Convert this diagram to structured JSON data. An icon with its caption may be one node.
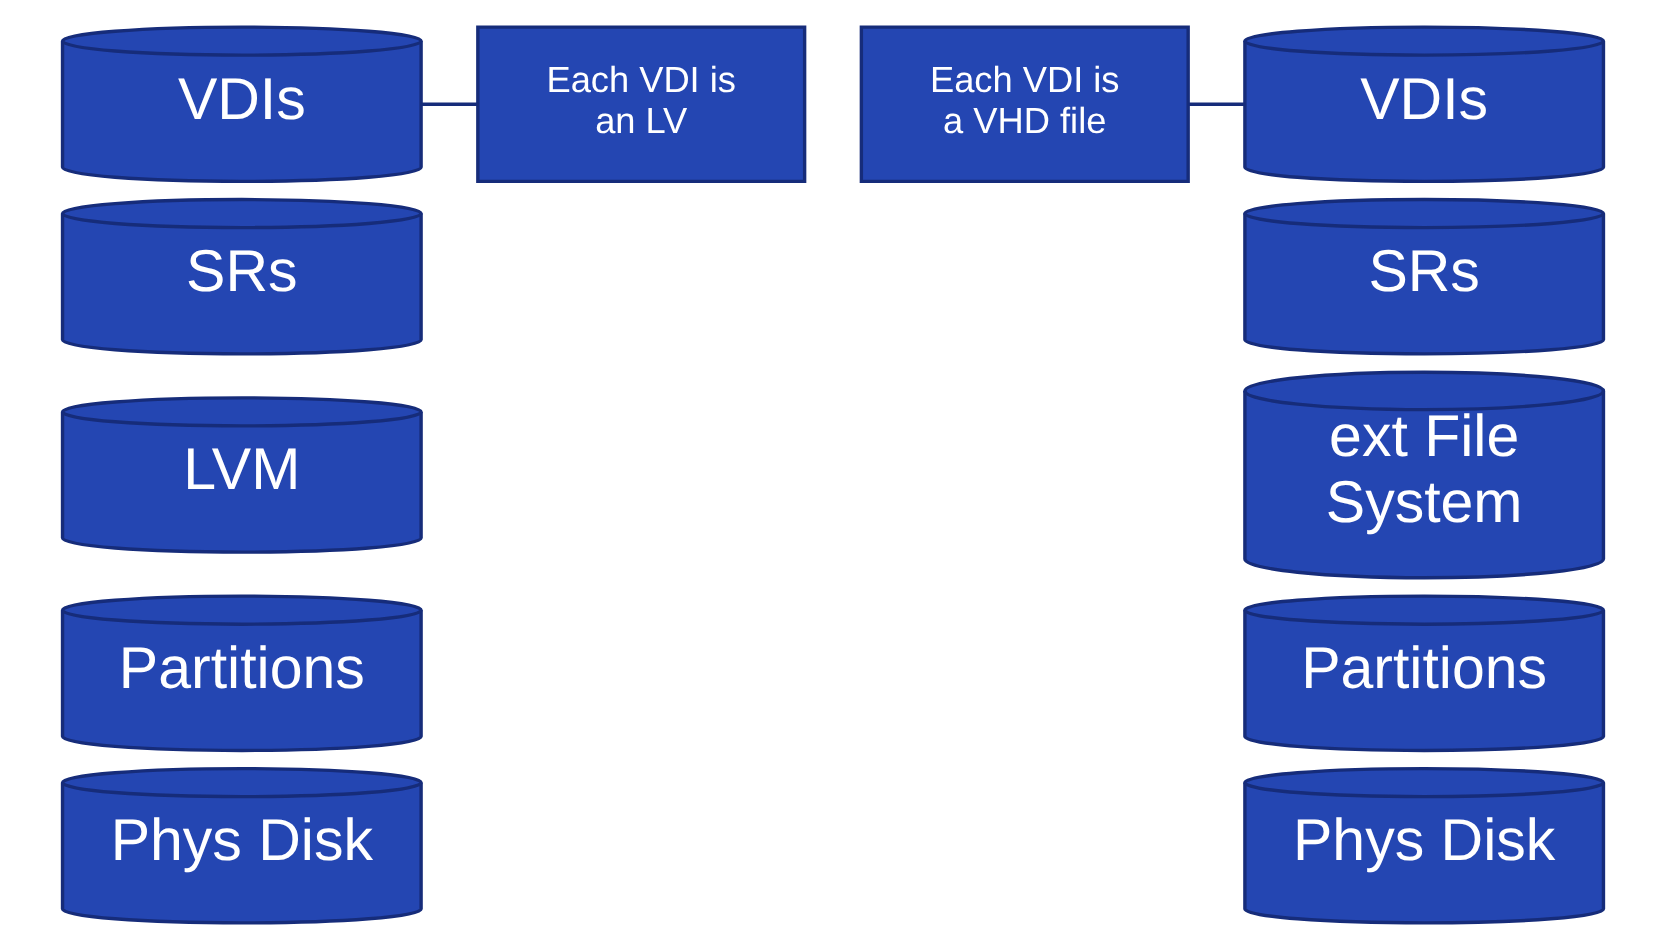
{
  "diagram": {
    "nodes": [
      {
        "text": [
          "VDIs"
        ]
      },
      {
        "text": [
          "SRs"
        ]
      },
      {
        "text": [
          "LVM"
        ]
      },
      {
        "text": [
          "Partitions"
        ]
      },
      {
        "text": [
          "Phys Disk"
        ]
      },
      {
        "text": [
          "Each VDI is an LV"
        ]
      },
      {
        "text": [
          "Each VDI is a VHD file"
        ]
      },
      {
        "text": [
          "VDIs"
        ]
      },
      {
        "text": [
          "SRs"
        ]
      },
      {
        "text": [
          "ext File System"
        ]
      },
      {
        "text": [
          "Partitions"
        ]
      },
      {
        "text": [
          "Phys Disk"
        ]
      }
    ],
    "edges": [
      {
        "from": 5,
        "to": 0,
        "arrow": "none"
      },
      {
        "from": 6,
        "to": 7,
        "arrow": "none"
      }
    ]
  }
}
